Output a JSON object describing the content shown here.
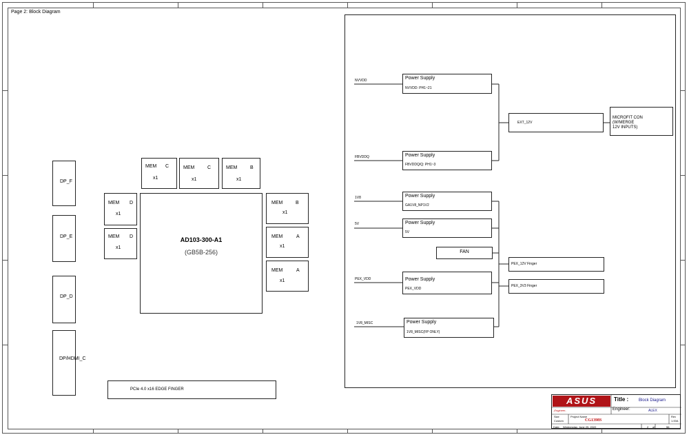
{
  "page_title": "Page 2: Block Diagram",
  "chip": {
    "name": "AD103-300-A1",
    "package": "(GB5B-256)"
  },
  "mem_blocks": [
    {
      "id": "mem-c1",
      "label": "MEM",
      "channel": "C",
      "count": "x1"
    },
    {
      "id": "mem-c2",
      "label": "MEM",
      "channel": "C",
      "count": "x1"
    },
    {
      "id": "mem-b1",
      "label": "MEM",
      "channel": "B",
      "count": "x1"
    },
    {
      "id": "mem-d1",
      "label": "MEM",
      "channel": "D",
      "count": "x1"
    },
    {
      "id": "mem-d2",
      "label": "MEM",
      "channel": "D",
      "count": "x1"
    },
    {
      "id": "mem-b2",
      "label": "MEM",
      "channel": "B",
      "count": "x1"
    },
    {
      "id": "mem-a1",
      "label": "MEM",
      "channel": "A",
      "count": "x1"
    },
    {
      "id": "mem-a2",
      "label": "MEM",
      "channel": "A",
      "count": "x1"
    }
  ],
  "display_ports": [
    "DP_F",
    "DP_E",
    "DP_D",
    "DP/HDMI_C"
  ],
  "edge_finger": "PCIe 4.0 x16 EDGE FINGER",
  "power_supplies": [
    {
      "rail": "NVVDD",
      "title": "Power Supply",
      "detail": "NVVDD: PH1~21"
    },
    {
      "rail": "FBVDDQ",
      "title": "Power Supply",
      "detail": "FBVDDQ/Q: PH1~3"
    },
    {
      "rail": "1V8",
      "title": "Power Supply",
      "detail": "GA1V8_NP1V2"
    },
    {
      "rail": "5V",
      "title": "Power Supply",
      "detail": "5V"
    },
    {
      "rail": "PEX_VDD",
      "title": "Power Supply",
      "detail": "PEX_VDD"
    },
    {
      "rail": "1V8_MISC",
      "title": "Power Supply",
      "detail": "1V8_MISC(FP ONLY)"
    }
  ],
  "fan": "FAN",
  "ext12v": "EXT_12V",
  "microfit": [
    "MICROFIT CON",
    "(W/MERGE",
    "12V INPUTS)"
  ],
  "pex12v": "PEX_12V Finger",
  "pex3v3": "PEX_3V3 Finger",
  "title_block": {
    "logo": "ASUS",
    "title_label": "Title :",
    "title_value": "Block Diagram",
    "engineer_label": "Engineer:",
    "engineer_value": "ALEX",
    "engineer_red": "-Engineer-",
    "size_label": "Size",
    "size_value": "Custom",
    "project_label": "Project Name",
    "project_value": "CG1398S",
    "rev_label": "Rev",
    "rev_value": "1.00A",
    "date_label": "Date:",
    "date_value": "Wednesday, June 29, 2022",
    "sheet_value": "2",
    "of_label": "of",
    "sheet_total": "56"
  }
}
